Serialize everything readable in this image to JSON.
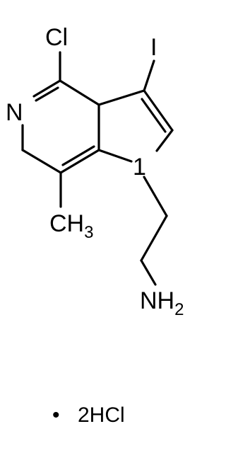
{
  "molecule": {
    "atoms": {
      "cl": "Cl",
      "iodine": "I",
      "ring_n": "N",
      "pyrrole_n": "1",
      "methyl_main": "CH",
      "methyl_sub": "3",
      "amine_main": "NH",
      "amine_sub": "2"
    },
    "salt": {
      "bullet": "•",
      "formula": "2HCl"
    }
  }
}
